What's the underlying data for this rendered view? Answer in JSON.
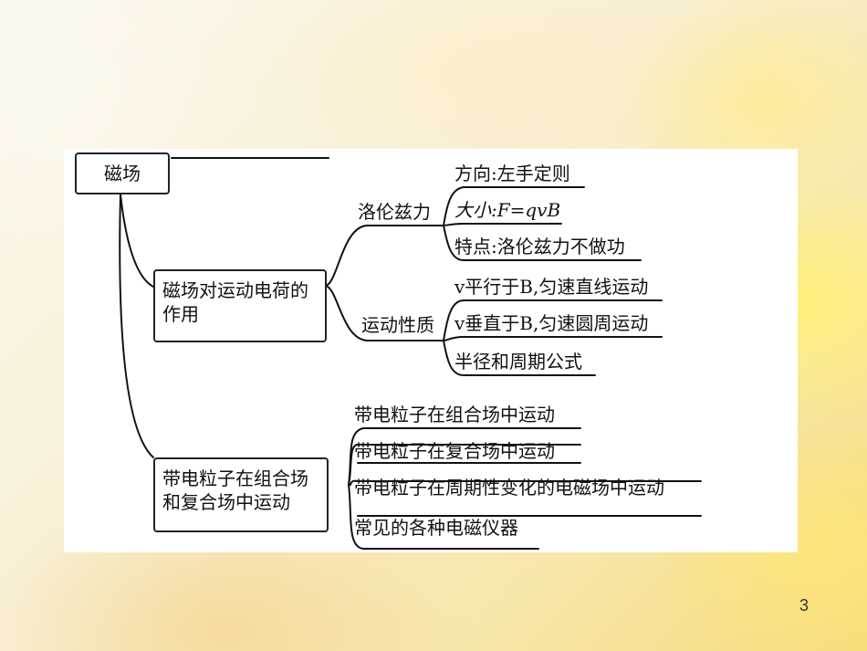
{
  "diagram": {
    "root": "磁场",
    "branch_motion": {
      "label": "磁场对运动电荷的作用",
      "lorentz": {
        "label": "洛伦兹力",
        "items": [
          "方向:左手定则",
          "大小:F=qvB",
          "特点:洛伦兹力不做功"
        ]
      },
      "motion": {
        "label": "运动性质",
        "items": [
          "v平行于B,匀速直线运动",
          "v垂直于B,匀速圆周运动",
          "半径和周期公式"
        ]
      }
    },
    "branch_field": {
      "label": "带电粒子在组合场和复合场中运动",
      "items": [
        "带电粒子在组合场中运动",
        "带电粒子在复合场中运动",
        "带电粒子在周期性变化的电磁场中运动",
        "常见的各种电磁仪器"
      ]
    }
  },
  "page_number": "3"
}
